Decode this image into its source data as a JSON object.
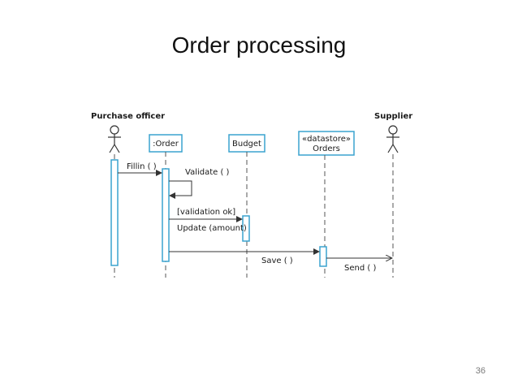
{
  "slide": {
    "title": "Order processing",
    "page_number": "36"
  },
  "diagram": {
    "actors": {
      "purchase_officer": "Purchase officer",
      "supplier": "Supplier"
    },
    "objects": {
      "order": ":Order",
      "budget": "Budget",
      "orders_stereotype": "«datastore»",
      "orders_name": "Orders"
    },
    "messages": {
      "fillin": "Fillin ( )",
      "validate": "Validate ( )",
      "guard": "[validation ok]",
      "update": "Update (amount)",
      "save": "Save ( )",
      "send": "Send ( )"
    },
    "colors": {
      "box_stroke": "#3aa3cf",
      "lifeline": "#555555",
      "arrow": "#333333"
    }
  }
}
